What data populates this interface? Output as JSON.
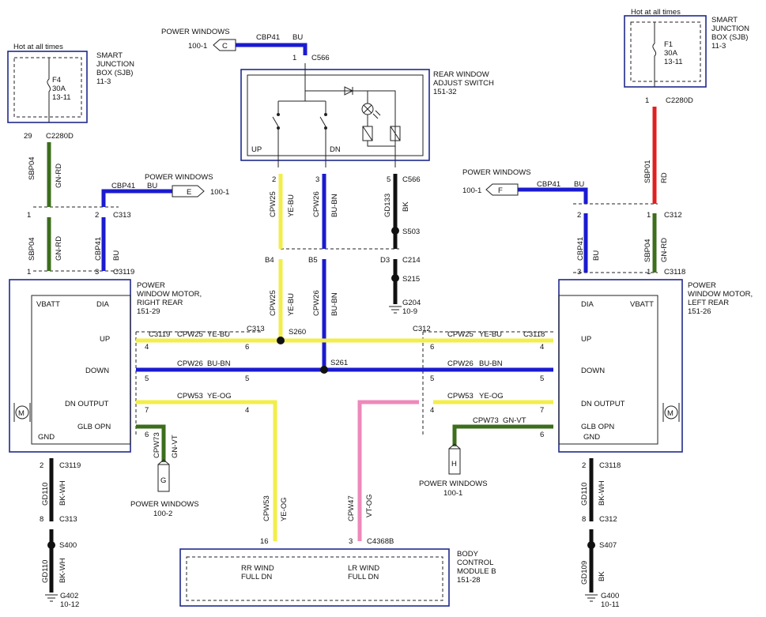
{
  "colors": {
    "yellow": "#f2ee4a",
    "blue": "#1b1bd0",
    "red": "#e02020",
    "green": "#3c6e1c",
    "black": "#111111",
    "pink": "#ee88bb",
    "frame": "#1f2a8a"
  },
  "sjb_left": {
    "hot": "Hot at all times",
    "fuse": "F4",
    "amps": "30A",
    "ref": "13-11",
    "title1": "SMART",
    "title2": "JUNCTION",
    "title3": "BOX (SJB)",
    "page": "11-3",
    "pin": "29",
    "conn": "C2280D"
  },
  "sjb_right": {
    "hot": "Hot at all times",
    "fuse": "F1",
    "amps": "30A",
    "ref": "13-11",
    "title1": "SMART",
    "title2": "JUNCTION",
    "title3": "BOX (SJB)",
    "page": "11-3",
    "pin": "1",
    "conn": "C2280D"
  },
  "offpages": {
    "c": {
      "label": "POWER WINDOWS",
      "letter": "C",
      "page": "100-1",
      "circuit": "CBP41",
      "color": "BU"
    },
    "e": {
      "label": "POWER WINDOWS",
      "letter": "E",
      "page": "100-1",
      "circuit": "CBP41",
      "color": "BU"
    },
    "f": {
      "label": "POWER WINDOWS",
      "letter": "F",
      "page": "100-1",
      "circuit": "CBP41",
      "color": "BU"
    },
    "g": {
      "label": "POWER WINDOWS",
      "letter": "G",
      "page": "100-2"
    },
    "h": {
      "label": "POWER WINDOWS",
      "letter": "H",
      "page": "100-1"
    }
  },
  "switch": {
    "title1": "REAR WINDOW",
    "title2": "ADJUST SWITCH",
    "page": "151-32",
    "up": "UP",
    "dn": "DN",
    "conn": "C566",
    "top_pin": "1",
    "pin2": "2",
    "pin3": "3",
    "pin5": "5"
  },
  "motor_right": {
    "title1": "POWER",
    "title2": "WINDOW MOTOR,",
    "title3": "RIGHT REAR",
    "page": "151-29",
    "vbatt": "VBATT",
    "dia": "DIA",
    "up": "UP",
    "down": "DOWN",
    "dnout": "DN OUTPUT",
    "glb": "GLB OPN",
    "gnd": "GND",
    "conn": "C3119",
    "pin1": "1",
    "pin3": "3"
  },
  "motor_left": {
    "title1": "POWER",
    "title2": "WINDOW MOTOR,",
    "title3": "LEFT REAR",
    "page": "151-26",
    "vbatt": "VBATT",
    "dia": "DIA",
    "up": "UP",
    "down": "DOWN",
    "dnout": "DN OUTPUT",
    "glb": "GLB OPN",
    "gnd": "GND",
    "conn": "C3118",
    "pin3": "3",
    "pin1": "1"
  },
  "bcm": {
    "title1": "BODY",
    "title2": "CONTROL",
    "title3": "MODULE B",
    "page": "151-28",
    "rr1": "RR WIND",
    "rr2": "FULL DN",
    "lr1": "LR WIND",
    "lr2": "FULL DN",
    "pin16": "16",
    "pin3": "3",
    "conn": "C4368B"
  },
  "wires": {
    "sbp04": "SBP04",
    "gnrd": "GN-RD",
    "sbp01": "SBP01",
    "rd": "RD",
    "cbp41": "CBP41",
    "bu": "BU",
    "cpw25": "CPW25",
    "yebu": "YE-BU",
    "cpw26": "CPW26",
    "bubn": "BU-BN",
    "cpw53": "CPW53",
    "yeog": "YE-OG",
    "cpw73": "CPW73",
    "gnvt": "GN-VT",
    "cpw47": "CPW47",
    "vtog": "VT-OG",
    "gd133": "GD133",
    "bk": "BK",
    "gd110": "GD110",
    "bkwh": "BK-WH",
    "gd109": "GD109"
  },
  "connectors": {
    "c313": "C313",
    "c312": "C312",
    "c214": "C214",
    "c3119": "C3119",
    "c3118": "C3118",
    "c566": "C566",
    "s503": "S503",
    "s215": "S215",
    "s260": "S260",
    "s261": "S261",
    "s400": "S400",
    "s407": "S407",
    "g204": "G204",
    "g204p": "10-9",
    "g402": "G402",
    "g402p": "10-12",
    "g400": "G400",
    "g400p": "10-11",
    "b4": "B4",
    "b5": "B5",
    "d3": "D3"
  },
  "pins": {
    "p1": "1",
    "p2": "2",
    "p3": "3",
    "p4": "4",
    "p5": "5",
    "p6": "6",
    "p7": "7",
    "p8": "8"
  }
}
